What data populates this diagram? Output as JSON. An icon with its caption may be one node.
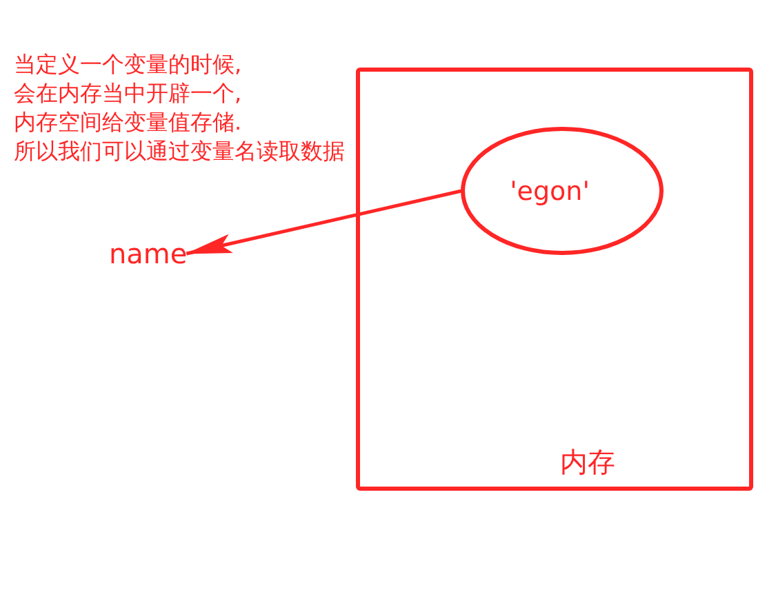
{
  "diagram": {
    "nodes": [
      {
        "text": [
          "内存"
        ]
      },
      {
        "text": [
          "'egon'"
        ],
        "in": 0
      },
      {
        "text": [
          "name"
        ]
      }
    ],
    "edges": [
      {
        "from": 1,
        "to": 2,
        "arrow": "to"
      }
    ],
    "labels": [
      "当定义一个变量的时候,会在内存当中开辟一个,内存空间给变量值存储.所以我们可以通过变量名读取数据"
    ]
  }
}
